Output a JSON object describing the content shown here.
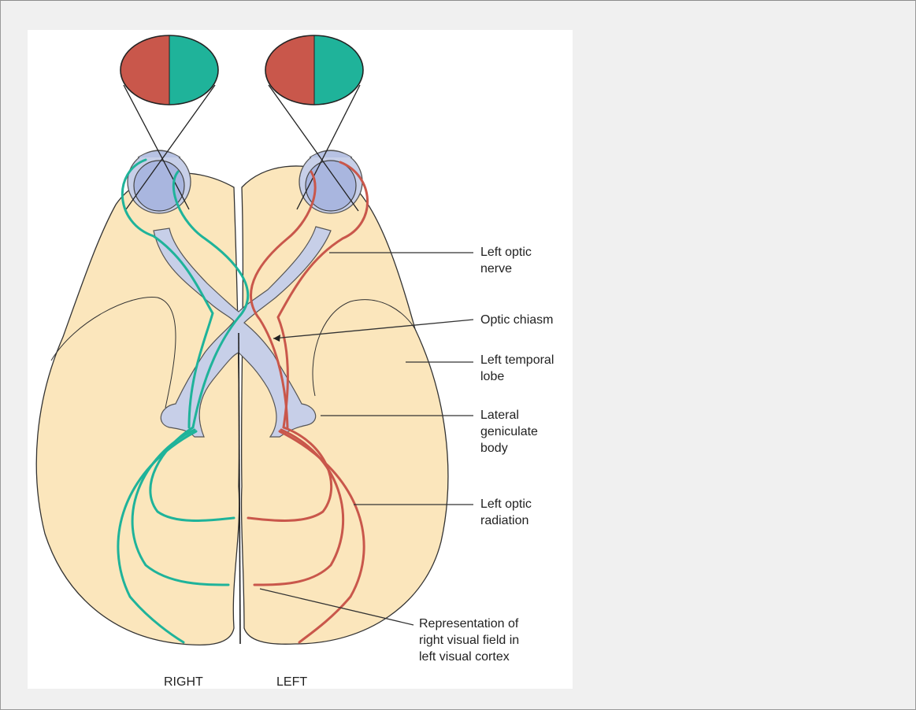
{
  "labels": {
    "left_optic_nerve": "Left optic\nnerve",
    "optic_chiasm": "Optic chiasm",
    "left_temporal_lobe": "Left temporal\nlobe",
    "lateral_geniculate_body": "Lateral\ngeniculate\nbody",
    "left_optic_radiation": "Left optic\nradiation",
    "representation": "Representation of\nright visual field in\nleft visual cortex"
  },
  "sides": {
    "right": "RIGHT",
    "left": "LEFT"
  },
  "colors": {
    "left_field": "#c9574b",
    "right_field": "#1fb39a",
    "brain": "#fbe6bc",
    "eye": "#a9b6df",
    "nerve": "#c7cfe8",
    "outline": "#222222"
  }
}
